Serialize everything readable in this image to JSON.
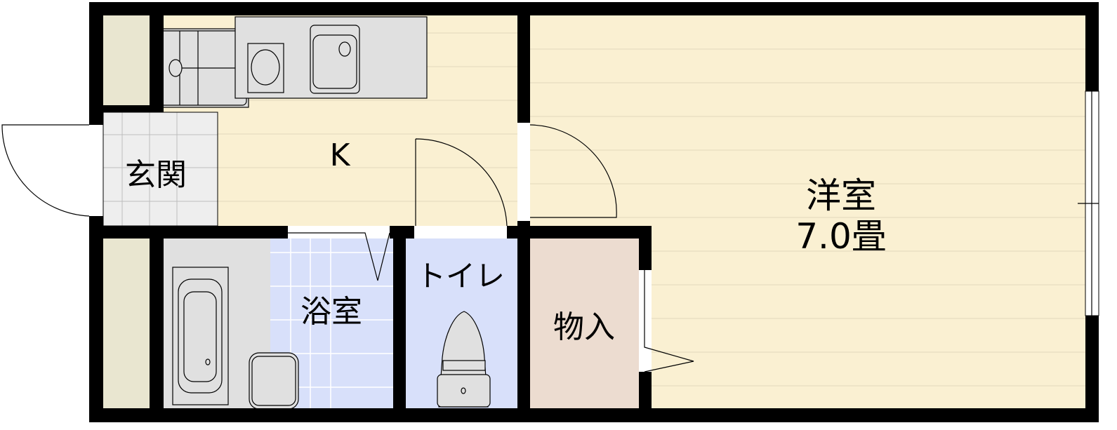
{
  "floorplan": {
    "rooms": {
      "entrance": "玄関",
      "kitchen": "K",
      "western_room": "洋室",
      "western_room_size": "7.0畳",
      "bathroom": "浴室",
      "toilet": "トイレ",
      "storage": "物入"
    },
    "colors": {
      "wall": "#000000",
      "wood_floor": "#faf0d2",
      "entrance_tile": "#eeeeee",
      "wet_area": "#d8e0fa",
      "storage": "#ecdcd0",
      "closet": "#e9e6d0",
      "fixture": "#e0e0e0"
    }
  }
}
